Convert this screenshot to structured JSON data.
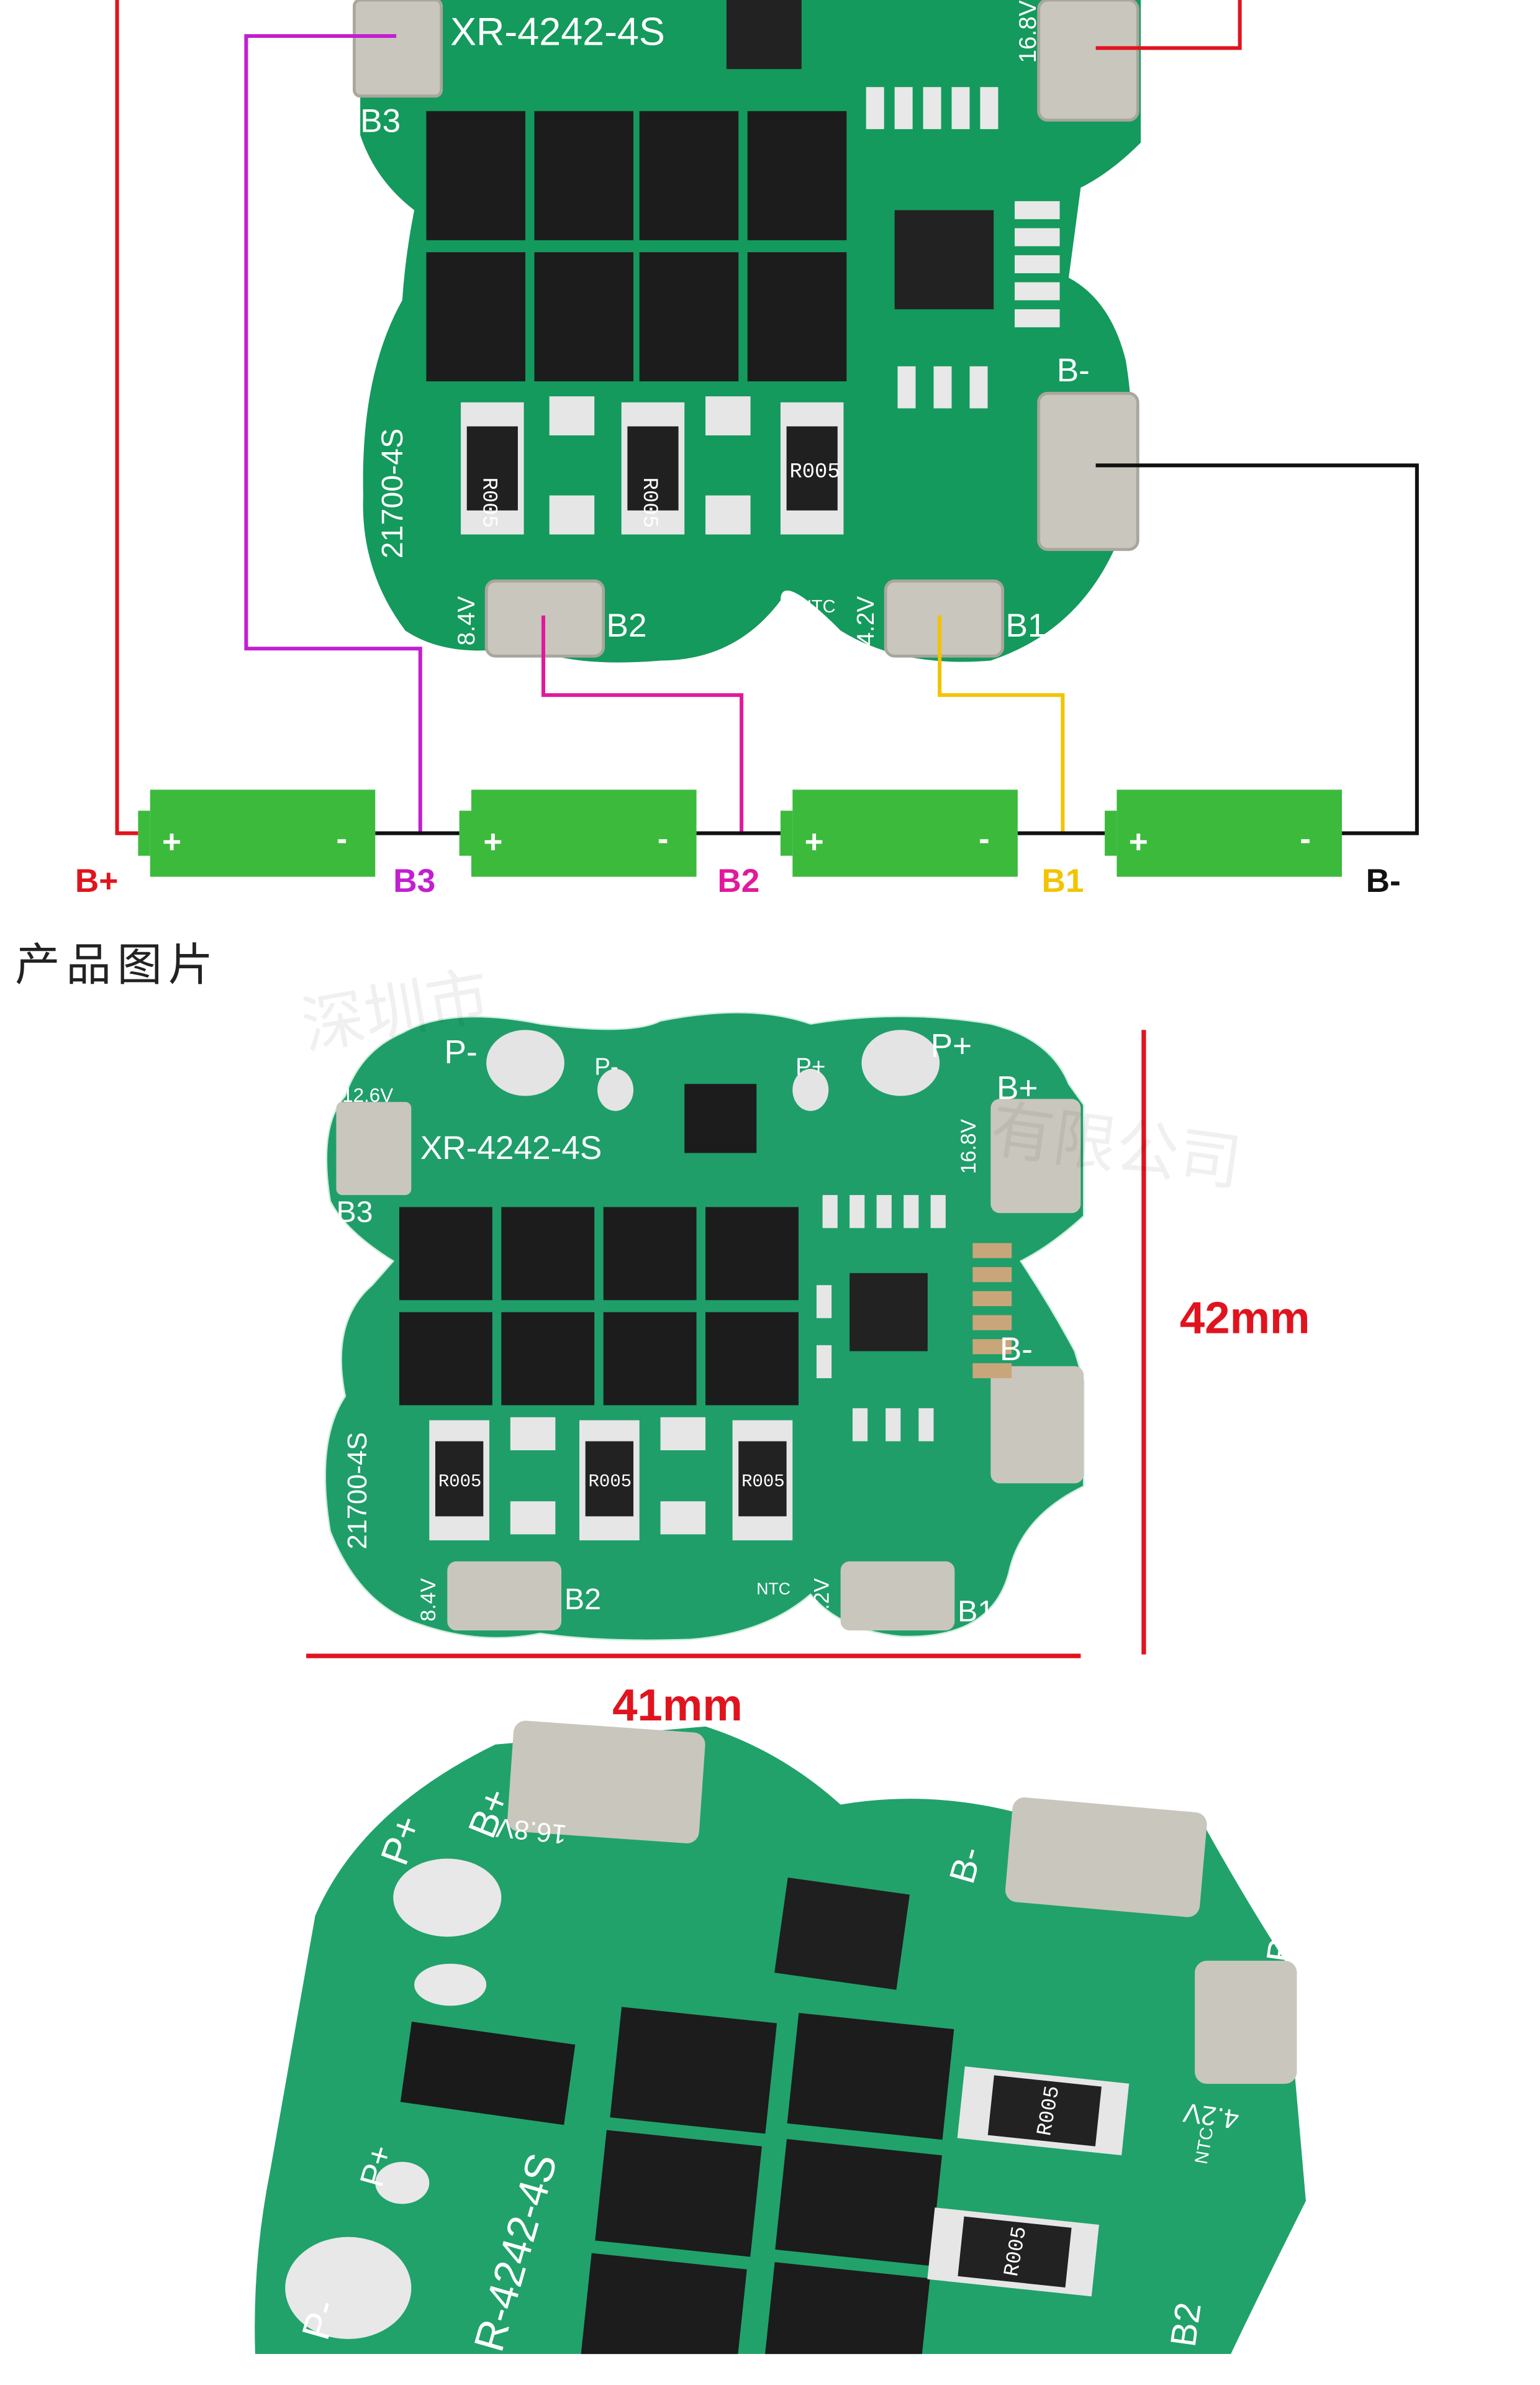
{
  "board_top": {
    "model": "XR-4242-4S",
    "size_code": "21700-4S",
    "volt_high": "16.8V",
    "volt_b2": "8.4V",
    "volt_b1": "4.2V",
    "pads": [
      "B3",
      "B2",
      "B1",
      "B-"
    ],
    "ntc": "NTC",
    "shunt": "R005"
  },
  "wiring": {
    "terminals": [
      {
        "label": "B+",
        "color": "#e0141e"
      },
      {
        "label": "B3",
        "color": "#c21fd0"
      },
      {
        "label": "B2",
        "color": "#e01a9b"
      },
      {
        "label": "B1",
        "color": "#f2c400"
      },
      {
        "label": "B-",
        "color": "#111111"
      }
    ],
    "battery_plus": "+",
    "battery_minus": "-",
    "battery_color": "#3cba3c"
  },
  "section_title": "产品图片",
  "board_mid": {
    "p_minus": "P-",
    "p_plus": "P+",
    "b_plus": "B+",
    "volt_126": "12.6V",
    "model": "XR-4242-4S",
    "volt_high": "16.8V",
    "b3": "B3",
    "b_minus": "B-",
    "size_code": "21700-4S",
    "shunt": "R005",
    "volt_b2": "8.4V",
    "b2": "B2",
    "ntc": "NTC",
    "volt_b1": "4.2V",
    "b1": "B1"
  },
  "dimensions": {
    "height": "42mm",
    "width": "41mm"
  },
  "board_bottom": {
    "b_plus": "B+",
    "p_plus": "P+",
    "volt_high": "16.8V",
    "b_minus": "B-",
    "b1": "B1",
    "volt_b1": "4.2V",
    "ntc": "NTC",
    "model": "R-4242-4S",
    "p_minus": "P-",
    "b2": "B2",
    "shunt": "R005"
  },
  "watermark": [
    "深圳市",
    "有限公司"
  ]
}
